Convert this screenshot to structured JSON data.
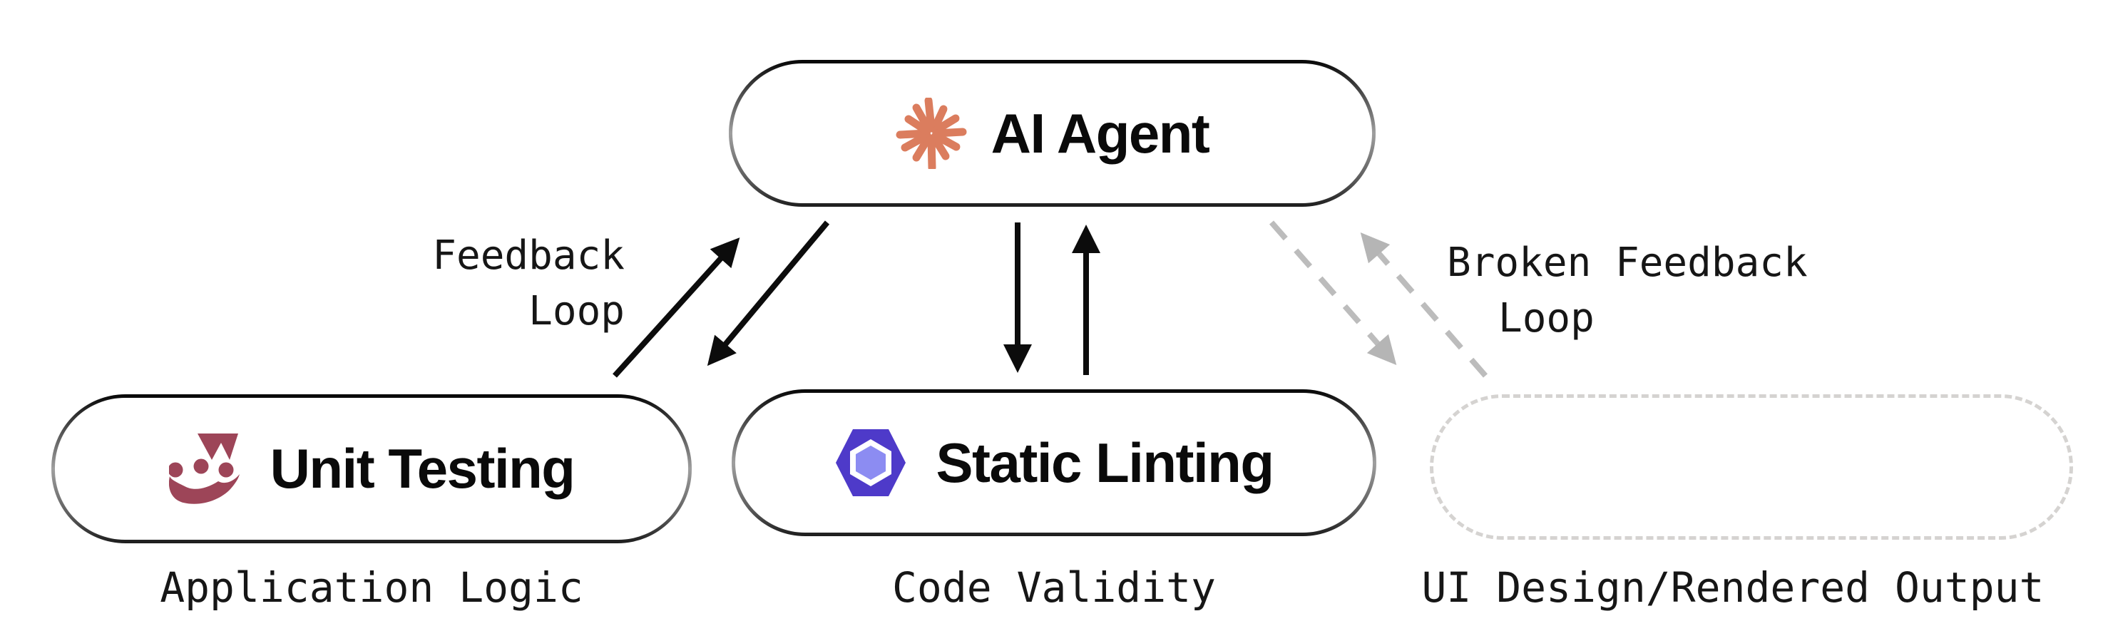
{
  "diagram": {
    "background": "#ffffff",
    "ai_agent": {
      "title": "AI Agent"
    },
    "unit_testing": {
      "title": "Unit Testing",
      "caption": "Application Logic"
    },
    "static_linting": {
      "title": "Static Linting",
      "caption": "Code Validity"
    },
    "rendered_output": {
      "caption": "UI Design/Rendered Output"
    },
    "labels": {
      "feedback_loop": {
        "line1": "Feedback",
        "line2": "Loop"
      },
      "broken_feedback_loop": {
        "line1": "Broken Feedback",
        "line2": "Loop"
      }
    },
    "edges": [
      {
        "from": "unit_testing",
        "to": "ai_agent",
        "style": "solid"
      },
      {
        "from": "ai_agent",
        "to": "unit_testing",
        "style": "solid"
      },
      {
        "from": "ai_agent",
        "to": "static_linting",
        "style": "solid"
      },
      {
        "from": "static_linting",
        "to": "ai_agent",
        "style": "solid"
      },
      {
        "from": "ai_agent",
        "to": "rendered_output",
        "style": "dashed"
      },
      {
        "from": "rendered_output",
        "to": "ai_agent",
        "style": "dashed"
      }
    ],
    "colors": {
      "claude_spark": "#DB7D5E",
      "jest_logo": "#9D4558",
      "eslint_outer": "#4E3AC9",
      "eslint_inner": "#8C8CF2",
      "solid_arrow": "#0c0c0c",
      "dashed_arrow": "#bcbcbc",
      "dashed_box_border": "#d5d3d1"
    }
  }
}
